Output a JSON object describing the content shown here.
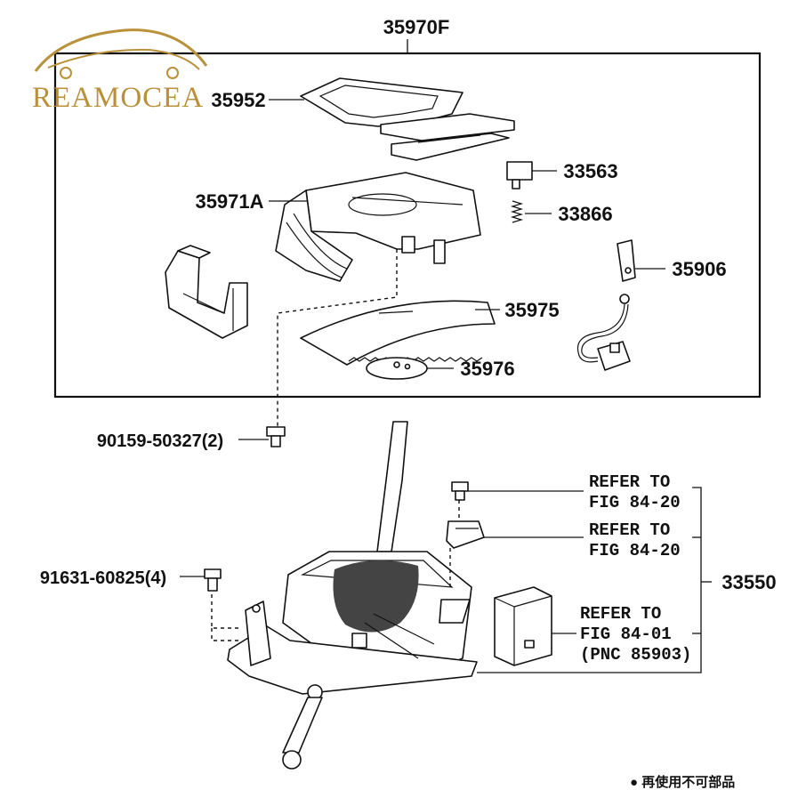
{
  "watermark": {
    "brand": "REAMOCEA",
    "color": "#b8913a"
  },
  "assembly_label": "35970F",
  "main_assembly": "33550",
  "parts": {
    "p35952": "35952",
    "p35971A": "35971A",
    "p33563": "33563",
    "p33866": "33866",
    "p35906": "35906",
    "p35975": "35975",
    "p35976": "35976",
    "bolt1": "90159-50327(2)",
    "bolt2": "91631-60825(4)"
  },
  "references": {
    "ref1": {
      "line1": "REFER TO",
      "line2": "FIG 84-20"
    },
    "ref2": {
      "line1": "REFER TO",
      "line2": "FIG 84-20"
    },
    "ref3": {
      "line1": "REFER TO",
      "line2": "FIG 84-01",
      "line3": "(PNC 85903)"
    }
  },
  "legend": {
    "text": "● 再使用不可部品"
  }
}
